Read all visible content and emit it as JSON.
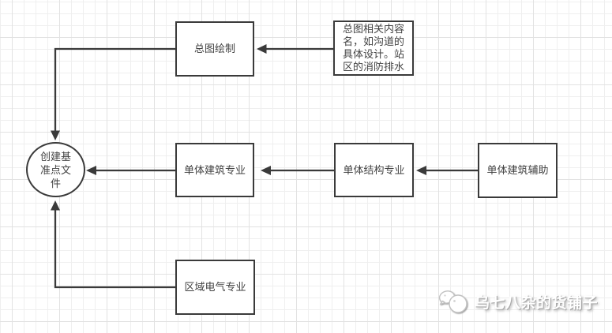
{
  "diagram": {
    "nodes": {
      "start": {
        "label": "创建基准点文件",
        "shape": "ellipse"
      },
      "zongtu_huizhi": {
        "label": "总图绘制",
        "shape": "rect"
      },
      "zongtu_note": {
        "label": "总图相关内容名，如沟道的具体设计。站区的消防排水",
        "shape": "rect"
      },
      "danti_jianzhu": {
        "label": "单体建筑专业",
        "shape": "rect"
      },
      "danti_jiegou": {
        "label": "单体结构专业",
        "shape": "rect"
      },
      "danti_fuzhu": {
        "label": "单体建筑辅助",
        "shape": "rect"
      },
      "quyu_dianqi": {
        "label": "区域电气专业",
        "shape": "rect"
      }
    },
    "edges": [
      {
        "from": "zongtu_note",
        "to": "zongtu_huizhi"
      },
      {
        "from": "zongtu_huizhi",
        "to": "start"
      },
      {
        "from": "danti_fuzhu",
        "to": "danti_jiegou"
      },
      {
        "from": "danti_jiegou",
        "to": "danti_jianzhu"
      },
      {
        "from": "danti_jianzhu",
        "to": "start"
      },
      {
        "from": "quyu_dianqi",
        "to": "start"
      }
    ],
    "colors": {
      "stroke": "#3a3a3a",
      "text": "#424242",
      "grid_minor": "#efefef",
      "grid_major": "#e2e2e2",
      "background": "#ffffff"
    }
  },
  "watermark": {
    "text": "乌七八杂的货铺子",
    "icon": "chat-bubbles-logo-icon"
  }
}
